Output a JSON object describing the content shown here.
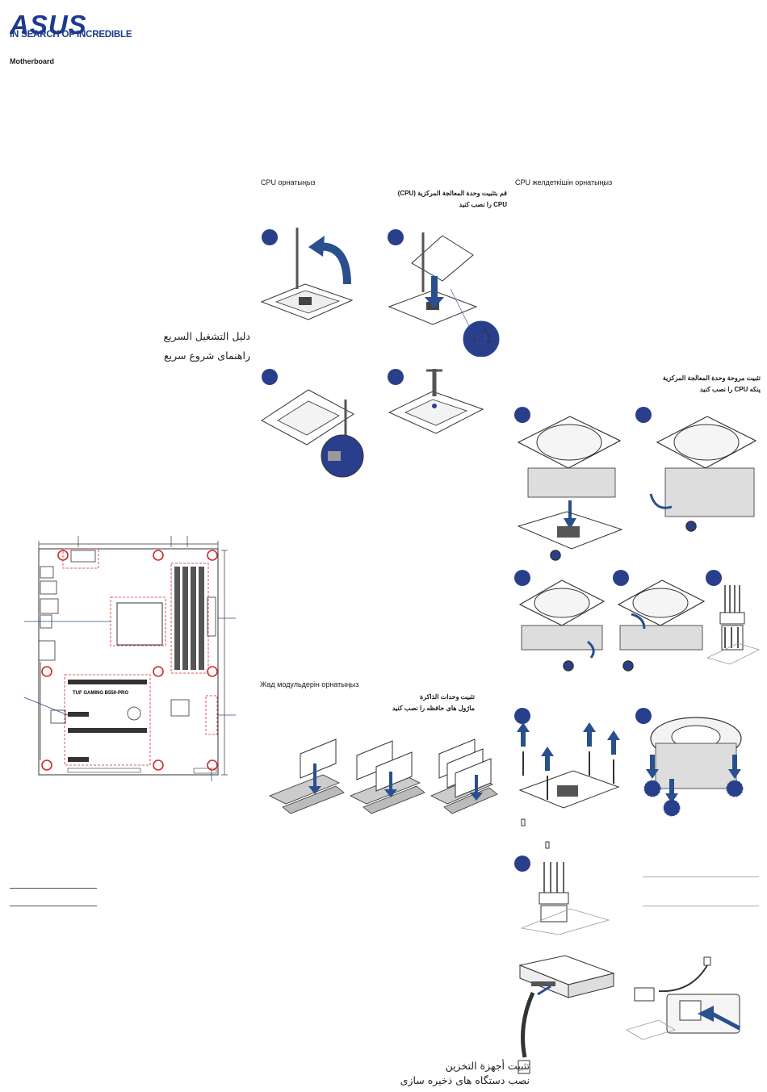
{
  "brand": {
    "logo_text": "ASUS",
    "tagline": "IN SEARCH OF INCREDIBLE",
    "color": "#1d3a8f"
  },
  "product_type": "Motherboard",
  "quick_guide": {
    "arabic": "دليل التشغيل السريع",
    "persian": "راهنمای شروع سریع"
  },
  "board_model": "TUF GAMING B550-PRO",
  "sections": {
    "cpu": {
      "kazakh": "CPU орнатыңыз",
      "arabic": "قم بتثبيت وحدة المعالجة المركزية (CPU)",
      "persian": "CPU را نصب کنید"
    },
    "cpu_cooler": {
      "kazakh": "CPU желдеткішін орнатыңыз",
      "arabic": "تثبيت مروحة وحدة المعالجة المركزية",
      "persian": "پنکه CPU را نصب کنید"
    },
    "memory": {
      "kazakh": "Жад модульдерін орнатыңыз",
      "arabic": "تثبيت وحدات الذاكرة",
      "persian": "ماژول های حافظه را نصب کنید"
    },
    "storage": {
      "arabic": "تثبيت أجهزة التخزين",
      "persian": "نصب دستگاه های ذخیره سازی"
    }
  },
  "colors": {
    "step_badge": "#2a3f8c",
    "arrow": "#2a4f8f",
    "callout_red": "#d0292b"
  }
}
